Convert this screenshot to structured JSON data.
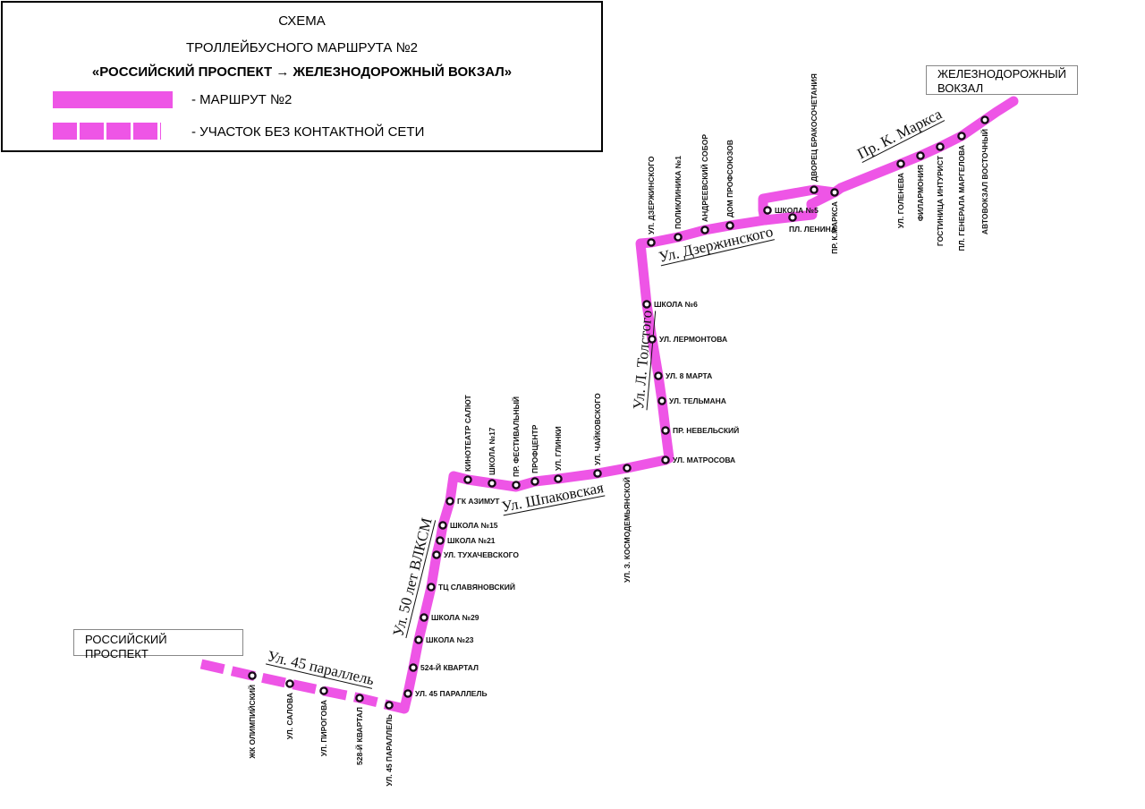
{
  "legend": {
    "title1": "СХЕМА",
    "title2": "ТРОЛЛЕЙБУСНОГО МАРШРУТА №2",
    "title3": "«РОССИЙСКИЙ ПРОСПЕКТ → ЖЕЛЕЗНОДОРОЖНЫЙ ВОКЗАЛ»",
    "route_label": "- МАРШРУТ №2",
    "no_wire_label": "- УЧАСТОК БЕЗ КОНТАКТНОЙ СЕТИ"
  },
  "colors": {
    "route": "#ee55e6",
    "stop": "#1a0a1a"
  },
  "terminals": {
    "start": "РОССИЙСКИЙ ПРОСПЕКТ",
    "end_line1": "ЖЕЛЕЗНОДОРОЖНЫЙ",
    "end_line2": "ВОКЗАЛ"
  },
  "streets": [
    "Ул. 45 параллель",
    "Ул. 50 лет ВЛКСМ",
    "Ул. Шпаковская",
    "Ул. Л. Толстого",
    "Ул. Дзержинского",
    "Пр. К. Маркса"
  ],
  "stops": [
    "ЖК ОЛИМПИЙСКИЙ",
    "УЛ. САЛОВА",
    "УЛ. ПИРОГОВА",
    "528-Й КВАРТАЛ",
    "УЛ. 45 ПАРАЛЛЕЛЬ",
    "УЛ. 45 ПАРАЛЛЕЛЬ",
    "524-Й КВАРТАЛ",
    "ШКОЛА №23",
    "ШКОЛА №29",
    "ТЦ СЛАВЯНОВСКИЙ",
    "УЛ. ТУХАЧЕВСКОГО",
    "ШКОЛА №21",
    "ШКОЛА №15",
    "ГК АЗИМУТ",
    "КИНОТЕАТР САЛЮТ",
    "ШКОЛА №17",
    "ПР. ФЕСТИВАЛЬНЫЙ",
    "ПРОФЦЕНТР",
    "УЛ. ГЛИНКИ",
    "УЛ. ЧАЙКОВСКОГО",
    "УЛ. З. КОСМОДЕМЬЯНСКОЙ",
    "УЛ. МАТРОСОВА",
    "ПР. НЕВЕЛЬСКИЙ",
    "УЛ. ТЕЛЬМАНА",
    "УЛ. 8 МАРТА",
    "УЛ. ЛЕРМОНТОВА",
    "ШКОЛА №6",
    "УЛ. ДЗЕРЖИНСКОГО",
    "ПОЛИКЛИНИКА №1",
    "АНДРЕЕВСКИЙ СОБОР",
    "ДОМ ПРОФСОЮЗОВ",
    "ШКОЛА №5",
    "ПЛ. ЛЕНИНА",
    "ДВОРЕЦ БРАКОСОЧЕТАНИЯ",
    "ПР. К.МАРКСА",
    "УЛ. ГОЛЕНЕВА",
    "ФИЛАРМОНИЯ",
    "ГОСТИНИЦА ИНТУРИСТ",
    "ПЛ. ГЕНЕРАЛА МАРГЕЛОВА",
    "АВТОВОКЗАЛ ВОСТОЧНЫЙ"
  ]
}
